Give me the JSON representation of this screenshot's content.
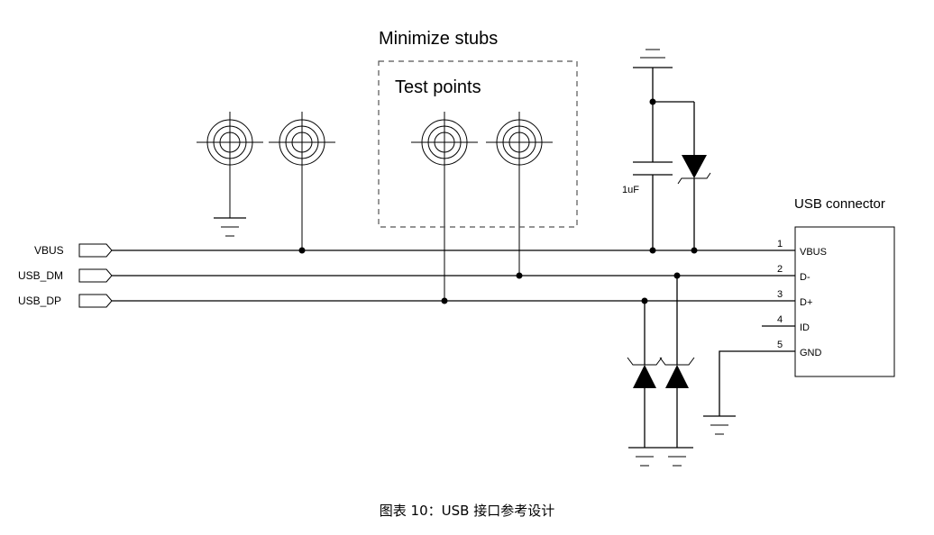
{
  "labels": {
    "minimize_stubs": "Minimize stubs",
    "test_points": "Test points",
    "usb_connector": "USB connector",
    "capacitor_value": "1uF",
    "caption": "图表 10：USB 接口参考设计"
  },
  "nets": [
    {
      "name": "VBUS"
    },
    {
      "name": "USB_DM"
    },
    {
      "name": "USB_DP"
    }
  ],
  "connector_pins": [
    {
      "number": "1",
      "name": "VBUS"
    },
    {
      "number": "2",
      "name": "D-"
    },
    {
      "number": "3",
      "name": "D+"
    },
    {
      "number": "4",
      "name": "ID"
    },
    {
      "number": "5",
      "name": "GND"
    }
  ]
}
